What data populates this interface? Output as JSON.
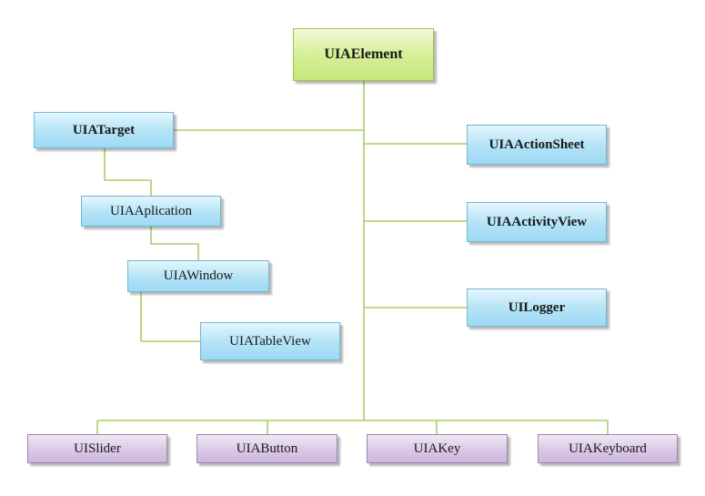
{
  "diagram": {
    "root": {
      "label": "UIAElement"
    },
    "left_chain": [
      {
        "label": "UIATarget"
      },
      {
        "label": "UIAAplication"
      },
      {
        "label": "UIAWindow"
      },
      {
        "label": "UIATableView"
      }
    ],
    "right_children": [
      {
        "label": "UIAActionSheet"
      },
      {
        "label": "UIAActivityView"
      },
      {
        "label": "UILogger"
      }
    ],
    "bottom_children": [
      {
        "label": "UISlider"
      },
      {
        "label": "UIAButton"
      },
      {
        "label": "UIAKey"
      },
      {
        "label": "UIAKeyboard"
      }
    ],
    "colors": {
      "connector": "#a9cf6a",
      "root_fill": "#d9f09c",
      "blue_fill": "#b6e4f7",
      "purple_fill": "#dccbe6"
    }
  }
}
